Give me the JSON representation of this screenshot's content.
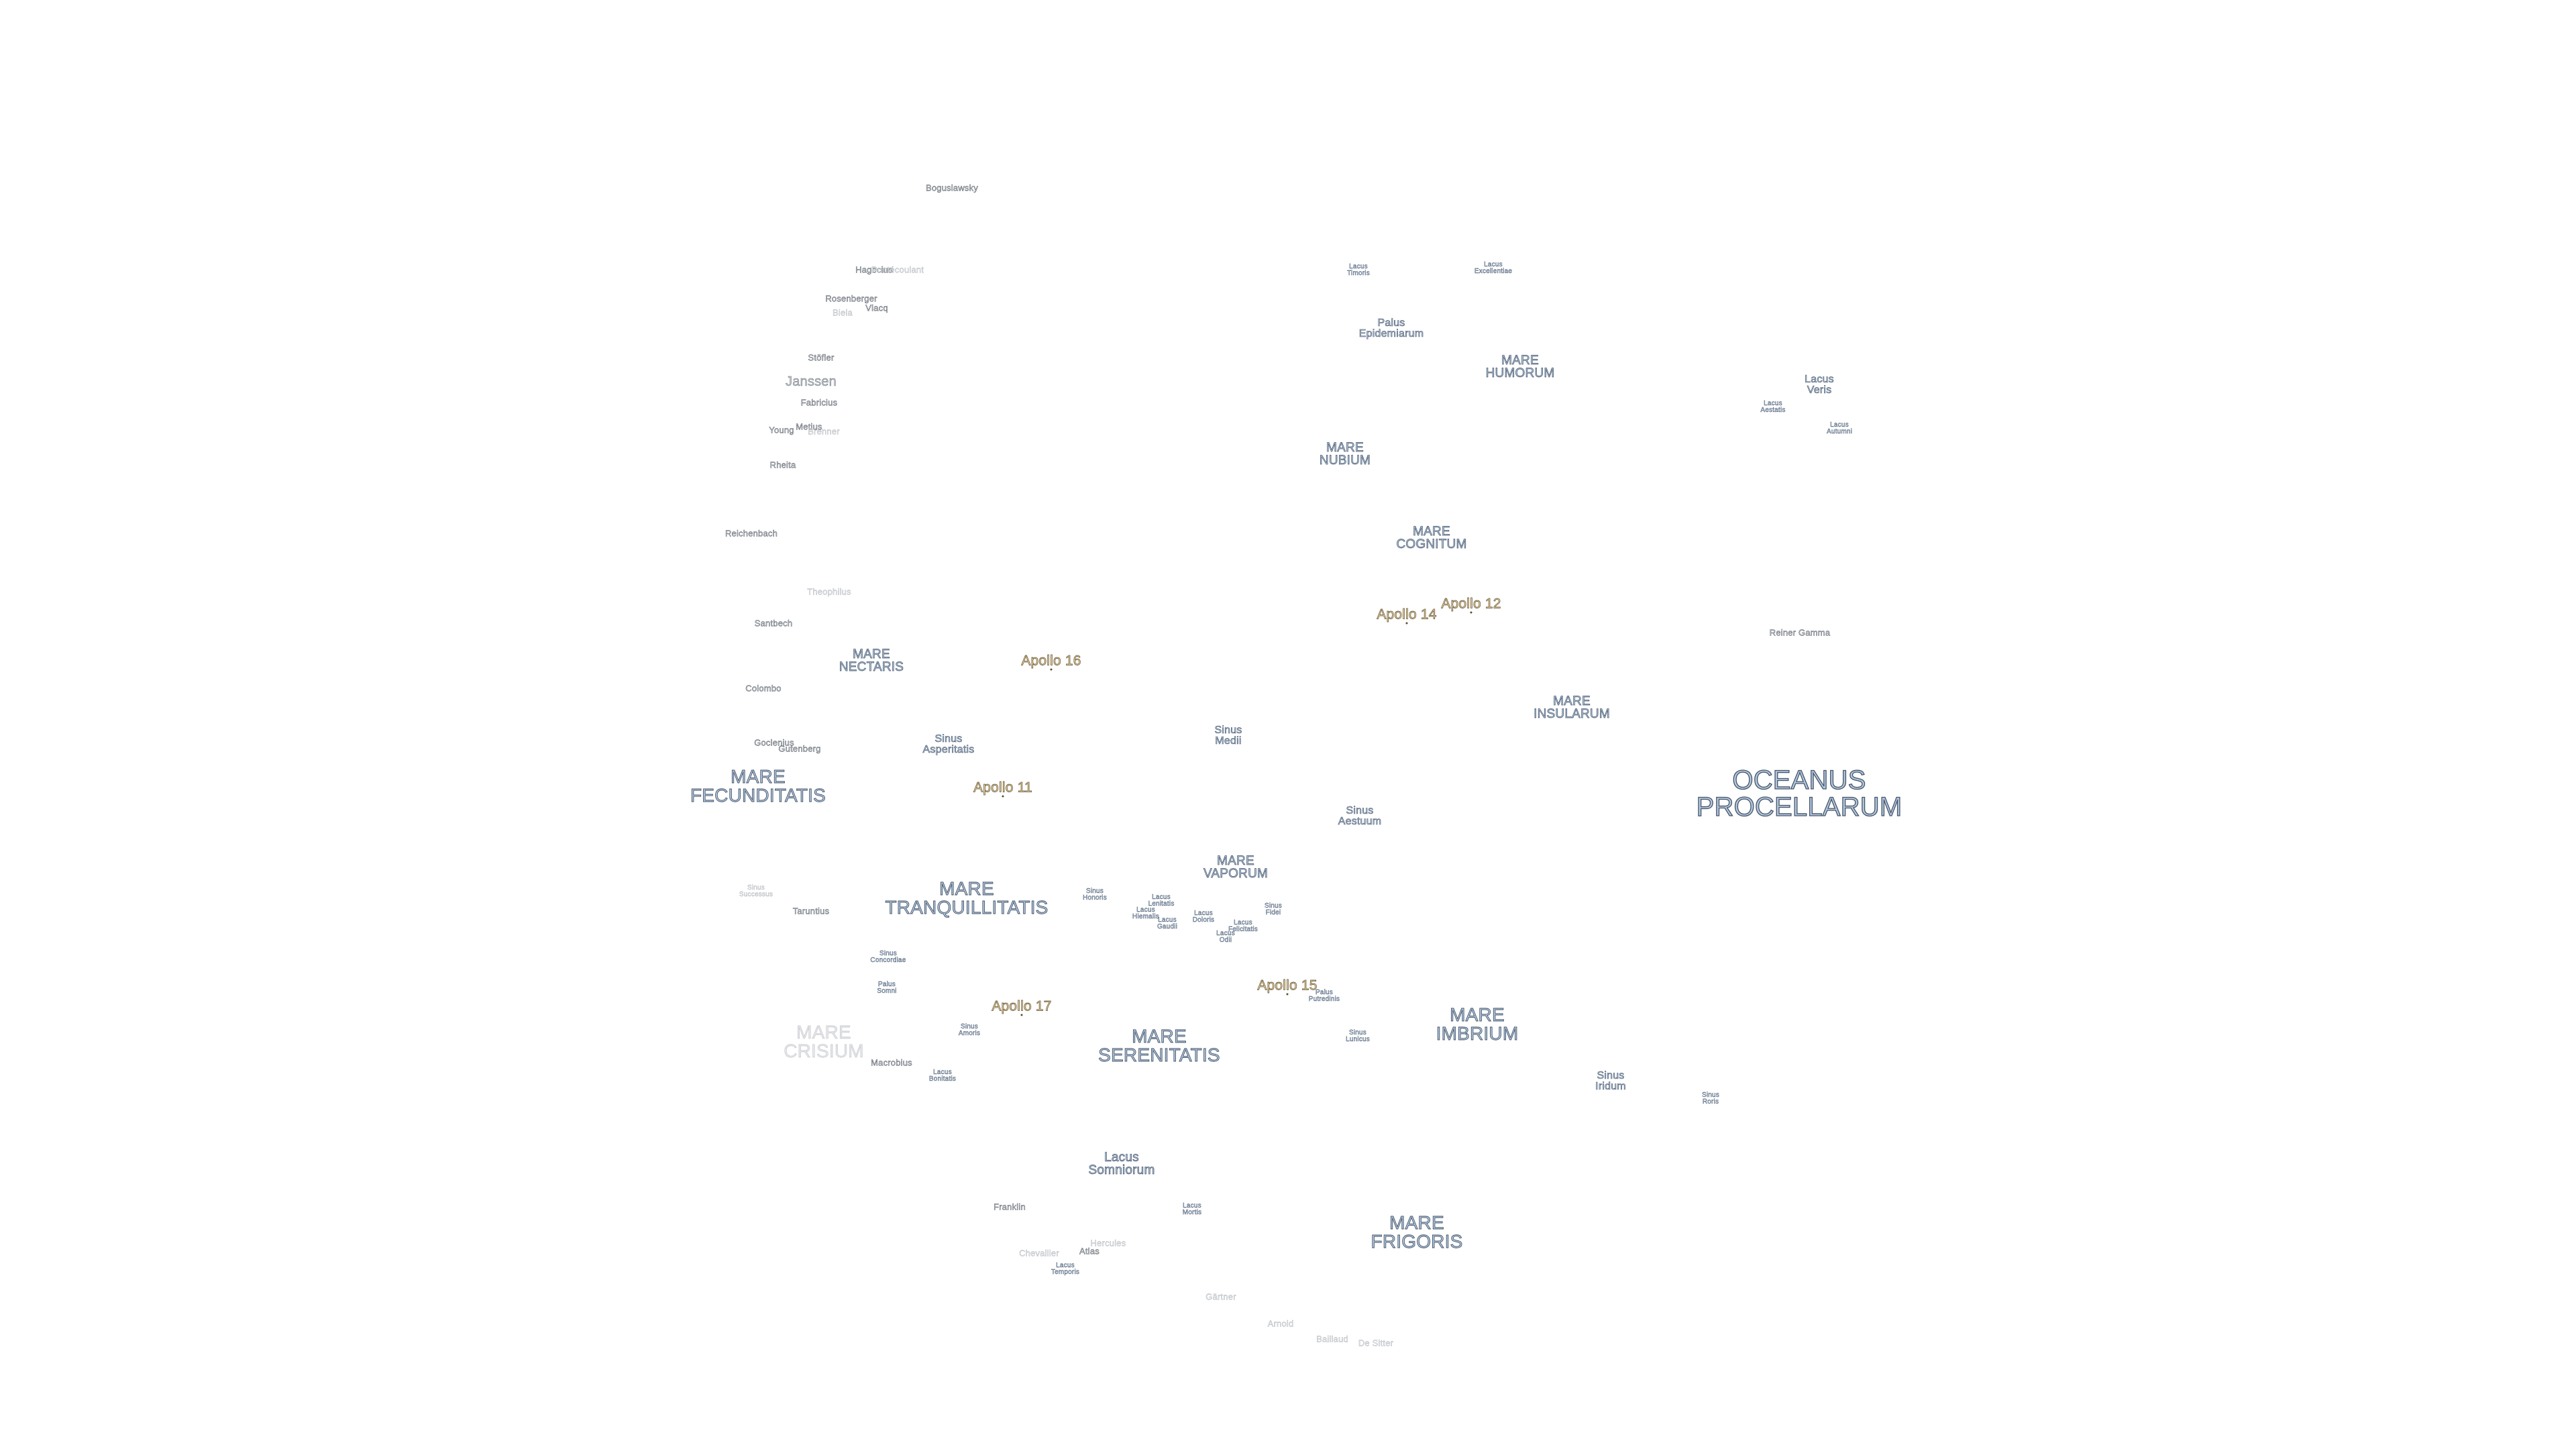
{
  "map": {
    "colors": {
      "background": "#ffffff",
      "mare_fill": "#b6c8dc",
      "mare_outline": "#44556b",
      "crater_fill": "#c3c8cf",
      "apollo_fill": "#eed8a8",
      "apollo_outline": "#5c4c2c"
    },
    "labels": [
      {
        "id": "oceanus-procellarum",
        "text": "OCEANUS\nPROCELLARUM",
        "type": "ocean"
      },
      {
        "id": "mare-fecunditatis",
        "text": "MARE\nFECUNDITATIS",
        "type": "mare"
      },
      {
        "id": "mare-tranquillitatis",
        "text": "MARE\nTRANQUILLITATIS",
        "type": "mare"
      },
      {
        "id": "mare-crisium",
        "text": "MARE\nCRISIUM",
        "type": "mare",
        "faint": true
      },
      {
        "id": "mare-serenitatis",
        "text": "MARE\nSERENITATIS",
        "type": "mare"
      },
      {
        "id": "mare-imbrium",
        "text": "MARE\nIMBRIUM",
        "type": "mare"
      },
      {
        "id": "mare-frigoris",
        "text": "MARE\nFRIGORIS",
        "type": "mare"
      },
      {
        "id": "mare-nubium",
        "text": "MARE\nNUBIUM",
        "type": "mare-s"
      },
      {
        "id": "mare-humorum",
        "text": "MARE\nHUMORUM",
        "type": "mare-s"
      },
      {
        "id": "mare-cognitum",
        "text": "MARE\nCOGNITUM",
        "type": "mare-s"
      },
      {
        "id": "mare-insularum",
        "text": "MARE\nINSULARUM",
        "type": "mare-s"
      },
      {
        "id": "mare-nectaris",
        "text": "MARE\nNECTARIS",
        "type": "mare-s"
      },
      {
        "id": "mare-vaporum",
        "text": "MARE\nVAPORUM",
        "type": "mare-s"
      },
      {
        "id": "lacus-somniorum",
        "text": "Lacus\nSomniorum",
        "type": "mare-s"
      },
      {
        "id": "sinus-aestuum",
        "text": "Sinus\nAestuum",
        "type": "feat"
      },
      {
        "id": "sinus-medii",
        "text": "Sinus\nMedii",
        "type": "feat"
      },
      {
        "id": "sinus-asperitatis",
        "text": "Sinus\nAsperitatis",
        "type": "feat"
      },
      {
        "id": "sinus-iridum",
        "text": "Sinus\nIridum",
        "type": "feat"
      },
      {
        "id": "lacus-veris",
        "text": "Lacus\nVeris",
        "type": "feat"
      },
      {
        "id": "palus-epidemiarum",
        "text": "Palus\nEpidemiarum",
        "type": "feat"
      },
      {
        "id": "lacus-timoris",
        "text": "Lacus\nTimoris",
        "type": "feat-s"
      },
      {
        "id": "lacus-excellentiae",
        "text": "Lacus\nExcellentiae",
        "type": "feat-s"
      },
      {
        "id": "lacus-aestatis",
        "text": "Lacus\nAestatis",
        "type": "feat-s"
      },
      {
        "id": "lacus-autumni",
        "text": "Lacus\nAutumni",
        "type": "feat-s"
      },
      {
        "id": "sinus-roris",
        "text": "Sinus\nRoris",
        "type": "feat-s"
      },
      {
        "id": "sinus-concordiae",
        "text": "Sinus\nConcordiae",
        "type": "feat-s"
      },
      {
        "id": "palus-somni",
        "text": "Palus\nSomni",
        "type": "feat-s"
      },
      {
        "id": "sinus-amoris",
        "text": "Sinus\nAmoris",
        "type": "feat-s"
      },
      {
        "id": "lacus-bonitatis",
        "text": "Lacus\nBonitatis",
        "type": "feat-s"
      },
      {
        "id": "sinus-honoris",
        "text": "Sinus\nHonoris",
        "type": "feat-s"
      },
      {
        "id": "lacus-lenitatis",
        "text": "Lacus\nLenitatis",
        "type": "feat-s"
      },
      {
        "id": "lacus-hiemalis",
        "text": "Lacus\nHiemalis",
        "type": "feat-s"
      },
      {
        "id": "lacus-gaudii",
        "text": "Lacus\nGaudii",
        "type": "feat-s"
      },
      {
        "id": "lacus-doloris",
        "text": "Lacus\nDoloris",
        "type": "feat-s"
      },
      {
        "id": "lacus-odii",
        "text": "Lacus\nOdii",
        "type": "feat-s"
      },
      {
        "id": "lacus-felicitatis",
        "text": "Lacus\nFelicitatis",
        "type": "feat-s"
      },
      {
        "id": "sinus-fidei",
        "text": "Sinus\nFidei",
        "type": "feat-s"
      },
      {
        "id": "palus-putredinis",
        "text": "Palus\nPutredinis",
        "type": "feat-s"
      },
      {
        "id": "sinus-lunicus",
        "text": "Sinus\nLunicus",
        "type": "feat-s"
      },
      {
        "id": "lacus-mortis",
        "text": "Lacus\nMortis",
        "type": "feat-s"
      },
      {
        "id": "lacus-temporis",
        "text": "Lacus\nTemporis",
        "type": "feat-s"
      },
      {
        "id": "sinus-successus",
        "text": "Sinus\nSuccessus",
        "type": "feat-s",
        "faint": true
      },
      {
        "id": "boguslawsky",
        "text": "Boguslawsky",
        "type": "crater"
      },
      {
        "id": "hagecius",
        "text": "Hagecius",
        "type": "crater"
      },
      {
        "id": "pontecoulant",
        "text": "Pontécoulant",
        "type": "crater",
        "faint": true
      },
      {
        "id": "rosenberger",
        "text": "Rosenberger",
        "type": "crater"
      },
      {
        "id": "vlacq",
        "text": "Vlacq",
        "type": "crater"
      },
      {
        "id": "biela",
        "text": "Biela",
        "type": "crater",
        "faint": true
      },
      {
        "id": "stoefler",
        "text": "Stöfler",
        "type": "crater"
      },
      {
        "id": "janssen",
        "text": "Janssen",
        "type": "crater-l"
      },
      {
        "id": "fabricius",
        "text": "Fabricius",
        "type": "crater"
      },
      {
        "id": "metius",
        "text": "Metius",
        "type": "crater"
      },
      {
        "id": "young",
        "text": "Young",
        "type": "crater"
      },
      {
        "id": "brenner",
        "text": "Brenner",
        "type": "crater",
        "faint": true
      },
      {
        "id": "rheita",
        "text": "Rheita",
        "type": "crater"
      },
      {
        "id": "reichenbach",
        "text": "Reichenbach",
        "type": "crater"
      },
      {
        "id": "theophilus",
        "text": "Theophilus",
        "type": "crater",
        "faint": true
      },
      {
        "id": "santbech",
        "text": "Santbech",
        "type": "crater"
      },
      {
        "id": "colombo",
        "text": "Colombo",
        "type": "crater"
      },
      {
        "id": "goclenius",
        "text": "Goclenius",
        "type": "crater"
      },
      {
        "id": "gutenberg",
        "text": "Gutenberg",
        "type": "crater"
      },
      {
        "id": "taruntius",
        "text": "Taruntius",
        "type": "crater"
      },
      {
        "id": "macrobius",
        "text": "Macrobius",
        "type": "crater"
      },
      {
        "id": "franklin",
        "text": "Franklin",
        "type": "crater"
      },
      {
        "id": "hercules",
        "text": "Hercules",
        "type": "crater",
        "faint": true
      },
      {
        "id": "atlas",
        "text": "Atlas",
        "type": "crater"
      },
      {
        "id": "chevallier",
        "text": "Chevallier",
        "type": "crater",
        "faint": true
      },
      {
        "id": "gartner",
        "text": "Gärtner",
        "type": "crater",
        "faint": true
      },
      {
        "id": "arnold",
        "text": "Arnold",
        "type": "crater",
        "faint": true
      },
      {
        "id": "baillaud",
        "text": "Baillaud",
        "type": "crater",
        "faint": true
      },
      {
        "id": "de-sitter",
        "text": "De Sitter",
        "type": "crater",
        "faint": true
      },
      {
        "id": "reiner-gamma",
        "text": "Reiner Gamma",
        "type": "crater"
      },
      {
        "id": "apollo-11",
        "text": "Apollo 11",
        "type": "apollo"
      },
      {
        "id": "apollo-12",
        "text": "Apollo 12",
        "type": "apollo"
      },
      {
        "id": "apollo-14",
        "text": "Apollo 14",
        "type": "apollo"
      },
      {
        "id": "apollo-15",
        "text": "Apollo 15",
        "type": "apollo"
      },
      {
        "id": "apollo-16",
        "text": "Apollo 16",
        "type": "apollo"
      },
      {
        "id": "apollo-17",
        "text": "Apollo 17",
        "type": "apollo"
      }
    ]
  }
}
